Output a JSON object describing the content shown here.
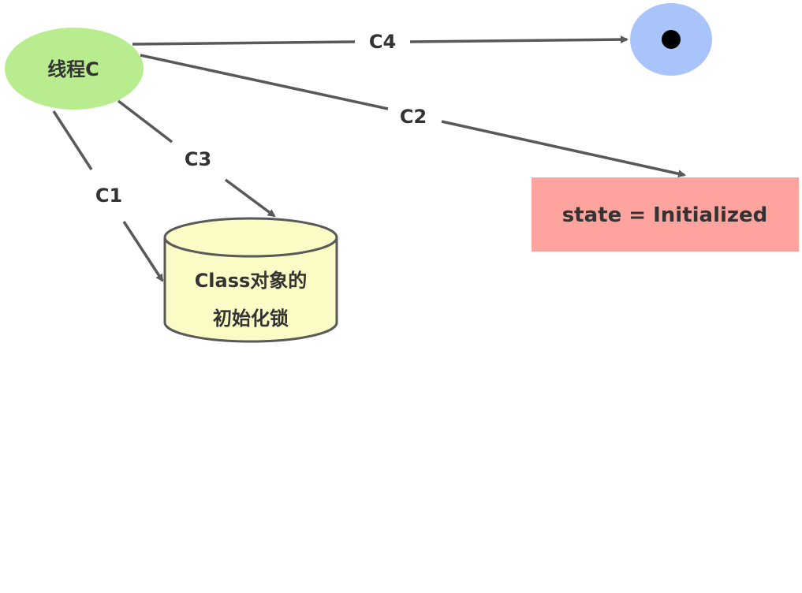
{
  "diagram": {
    "nodes": {
      "thread": {
        "label": "线程C",
        "fill": "#b9eb8f"
      },
      "target_circle": {
        "fill": "#a9c4fb",
        "dot": "#000000"
      },
      "state_box": {
        "label": "state = Initialized",
        "fill": "#ffa39e"
      },
      "lock": {
        "line1": "Class对象的",
        "line2": "初始化锁",
        "fill": "#fbfbc5",
        "stroke": "#595959"
      }
    },
    "edges": {
      "c1": "C1",
      "c2": "C2",
      "c3": "C3",
      "c4": "C4"
    },
    "edge_color": "#595959"
  }
}
